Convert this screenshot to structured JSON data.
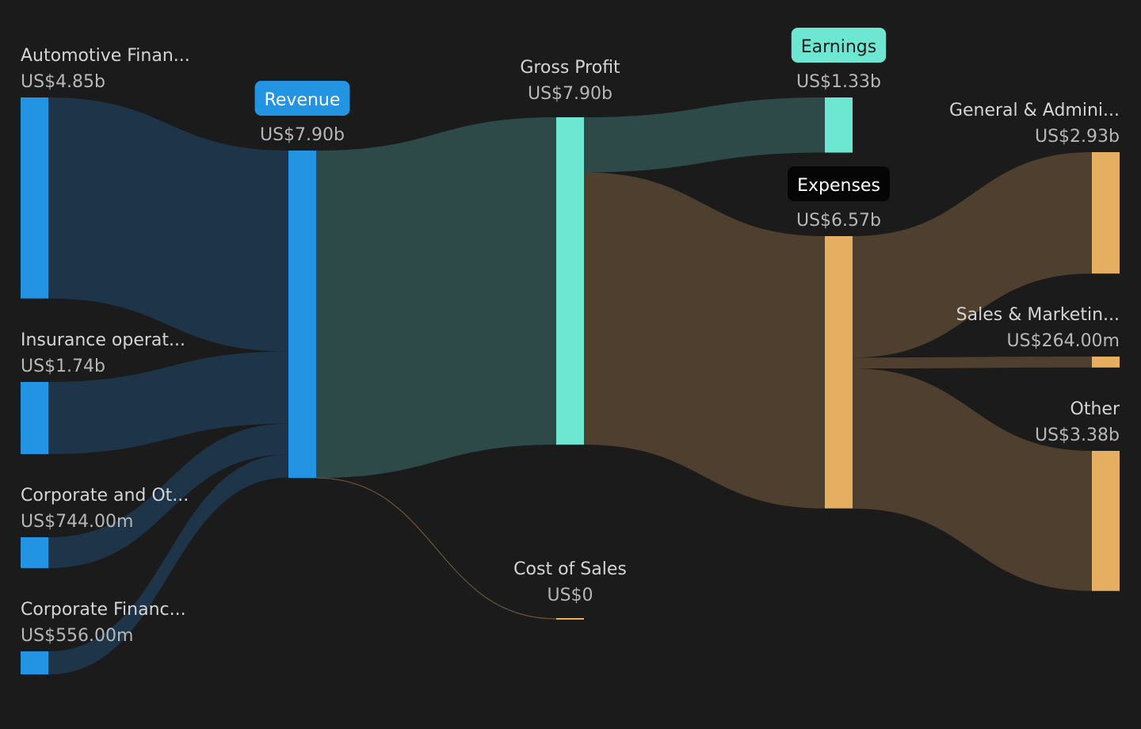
{
  "chart_data": {
    "type": "sankey",
    "currency": "US$",
    "nodes": [
      {
        "id": "automotive",
        "label": "Automotive Finan...",
        "value_label": "US$4.85b",
        "value": 4.85,
        "column": 0,
        "color": "#2394e1"
      },
      {
        "id": "insurance",
        "label": "Insurance operat...",
        "value_label": "US$1.74b",
        "value": 1.74,
        "column": 0,
        "color": "#2394e1"
      },
      {
        "id": "corporate_other",
        "label": "Corporate and Ot...",
        "value_label": "US$744.00m",
        "value": 0.744,
        "column": 0,
        "color": "#2394e1"
      },
      {
        "id": "corporate_finance",
        "label": "Corporate Financ...",
        "value_label": "US$556.00m",
        "value": 0.556,
        "column": 0,
        "color": "#2394e1"
      },
      {
        "id": "revenue",
        "label": "Revenue",
        "value_label": "US$7.90b",
        "value": 7.9,
        "column": 1,
        "color": "#2394e1",
        "badge": true,
        "badge_bg": "#2394e1",
        "badge_fg": "#ffffff"
      },
      {
        "id": "gross_profit",
        "label": "Gross Profit",
        "value_label": "US$7.90b",
        "value": 7.9,
        "column": 2,
        "color": "#6de6d2"
      },
      {
        "id": "cost_of_sales",
        "label": "Cost of Sales",
        "value_label": "US$0",
        "value": 0,
        "column": 2,
        "color": "#e5ae60"
      },
      {
        "id": "earnings",
        "label": "Earnings",
        "value_label": "US$1.33b",
        "value": 1.33,
        "column": 3,
        "color": "#6de6d2",
        "badge": true,
        "badge_bg": "#6de6d2",
        "badge_fg": "#1b1b1b"
      },
      {
        "id": "expenses",
        "label": "Expenses",
        "value_label": "US$6.57b",
        "value": 6.57,
        "column": 3,
        "color": "#e5ae60",
        "badge": true,
        "badge_bg": "#050505",
        "badge_fg": "#ffffff"
      },
      {
        "id": "general_admin",
        "label": "General & Admini...",
        "value_label": "US$2.93b",
        "value": 2.93,
        "column": 4,
        "color": "#e5ae60"
      },
      {
        "id": "sales_marketing",
        "label": "Sales & Marketin...",
        "value_label": "US$264.00m",
        "value": 0.264,
        "column": 4,
        "color": "#e5ae60"
      },
      {
        "id": "other",
        "label": "Other",
        "value_label": "US$3.38b",
        "value": 3.38,
        "column": 4,
        "color": "#e5ae60"
      }
    ],
    "links": [
      {
        "source": "automotive",
        "target": "revenue",
        "value": 4.85,
        "color": "#1e3448"
      },
      {
        "source": "insurance",
        "target": "revenue",
        "value": 1.74,
        "color": "#1e3448"
      },
      {
        "source": "corporate_other",
        "target": "revenue",
        "value": 0.744,
        "color": "#1e3448"
      },
      {
        "source": "corporate_finance",
        "target": "revenue",
        "value": 0.556,
        "color": "#1e3448"
      },
      {
        "source": "revenue",
        "target": "gross_profit",
        "value": 7.9,
        "color": "#2e4a48"
      },
      {
        "source": "revenue",
        "target": "cost_of_sales",
        "value": 0,
        "color": "#6b5535"
      },
      {
        "source": "gross_profit",
        "target": "earnings",
        "value": 1.33,
        "color": "#2e4a48"
      },
      {
        "source": "gross_profit",
        "target": "expenses",
        "value": 6.57,
        "color": "#4f3f2e"
      },
      {
        "source": "expenses",
        "target": "general_admin",
        "value": 2.93,
        "color": "#4f3f2e"
      },
      {
        "source": "expenses",
        "target": "sales_marketing",
        "value": 0.264,
        "color": "#4f3f2e"
      },
      {
        "source": "expenses",
        "target": "other",
        "value": 3.38,
        "color": "#4f3f2e"
      }
    ]
  }
}
